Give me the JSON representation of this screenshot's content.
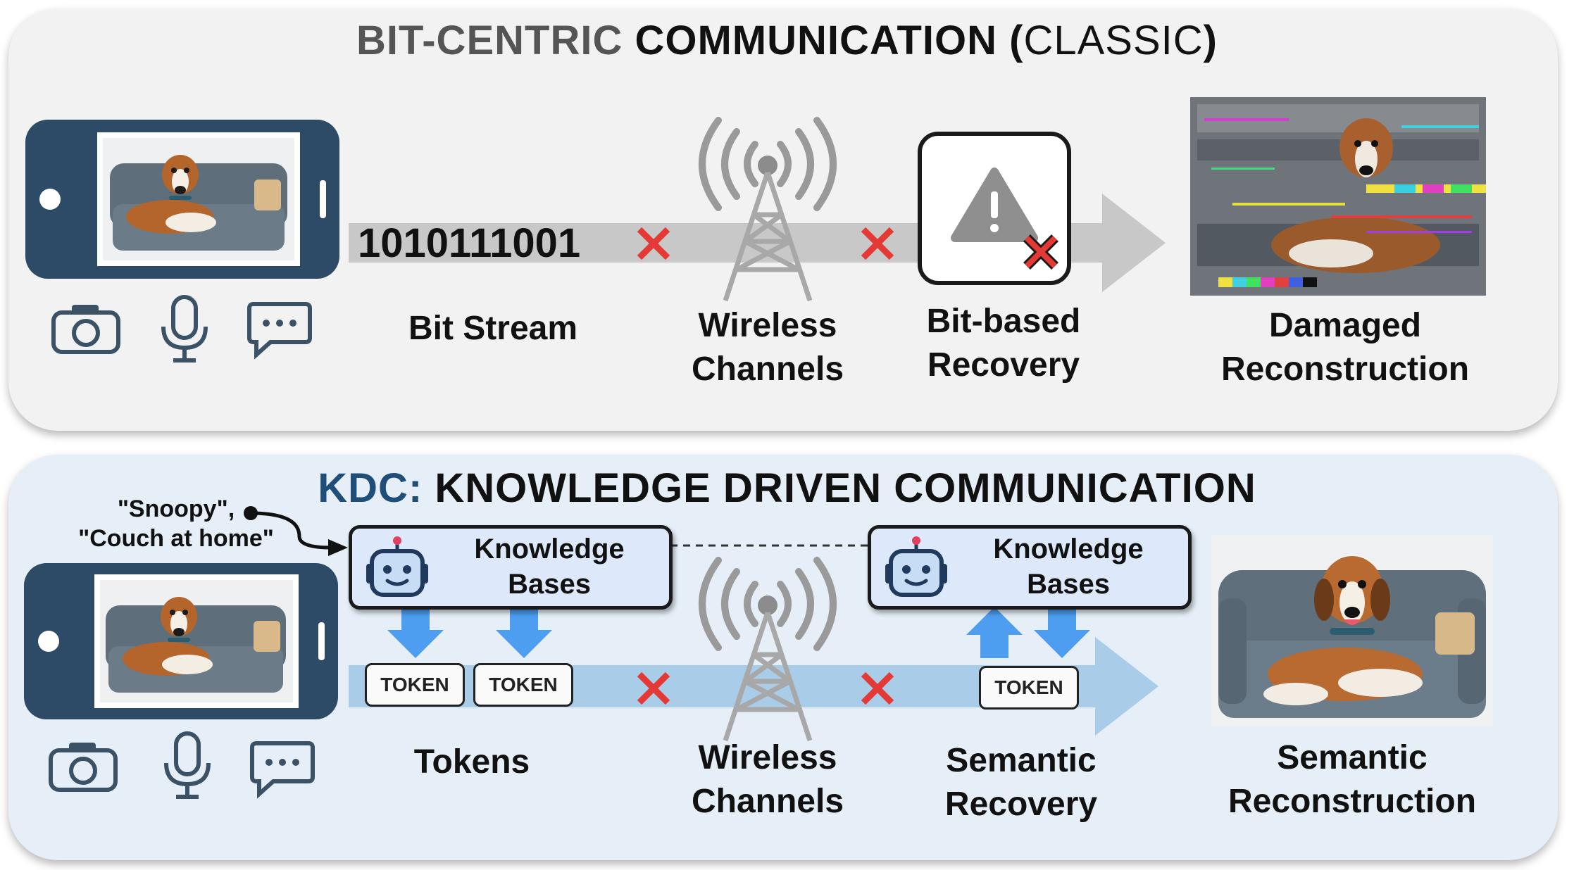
{
  "top": {
    "title_part1": "BIT-CENTRIC",
    "title_part2": "COMMUNICATION",
    "title_part3_open": "(",
    "title_part3_word": "CLASSIC",
    "title_part3_close": ")",
    "bit_string": "1010111001",
    "labels": {
      "bit_stream": "Bit Stream",
      "wireless_l1": "Wireless",
      "wireless_l2": "Channels",
      "recovery_l1": "Bit-based",
      "recovery_l2": "Recovery",
      "result_l1": "Damaged",
      "result_l2": "Reconstruction"
    }
  },
  "bottom": {
    "title_part1": "KDC:",
    "title_part2": "KNOWLEDGE DRIVEN COMMUNICATION",
    "context_l1": "\"Snoopy\",",
    "context_l2": "\"Couch at home\"",
    "kb_l1": "Knowledge",
    "kb_l2": "Bases",
    "token": "TOKEN",
    "labels": {
      "tokens": "Tokens",
      "wireless_l1": "Wireless",
      "wireless_l2": "Channels",
      "recovery_l1": "Semantic",
      "recovery_l2": "Recovery",
      "result_l1": "Semantic",
      "result_l2": "Reconstruction"
    }
  },
  "colors": {
    "top_panel": "#f2f2f2",
    "bottom_panel": "#e6eff8",
    "phone": "#2d4a66",
    "gray_arrow": "#c8c8c8",
    "blue_arrow": "#a9cce8",
    "down_arrow": "#4d9df0",
    "red_x": "#e53935",
    "kdc_blue": "#1f4e79",
    "title_gray": "#555555"
  },
  "icons": [
    "camera-icon",
    "microphone-icon",
    "chat-icon",
    "antenna-tower-icon",
    "warning-icon",
    "robot-icon",
    "dog-image"
  ]
}
